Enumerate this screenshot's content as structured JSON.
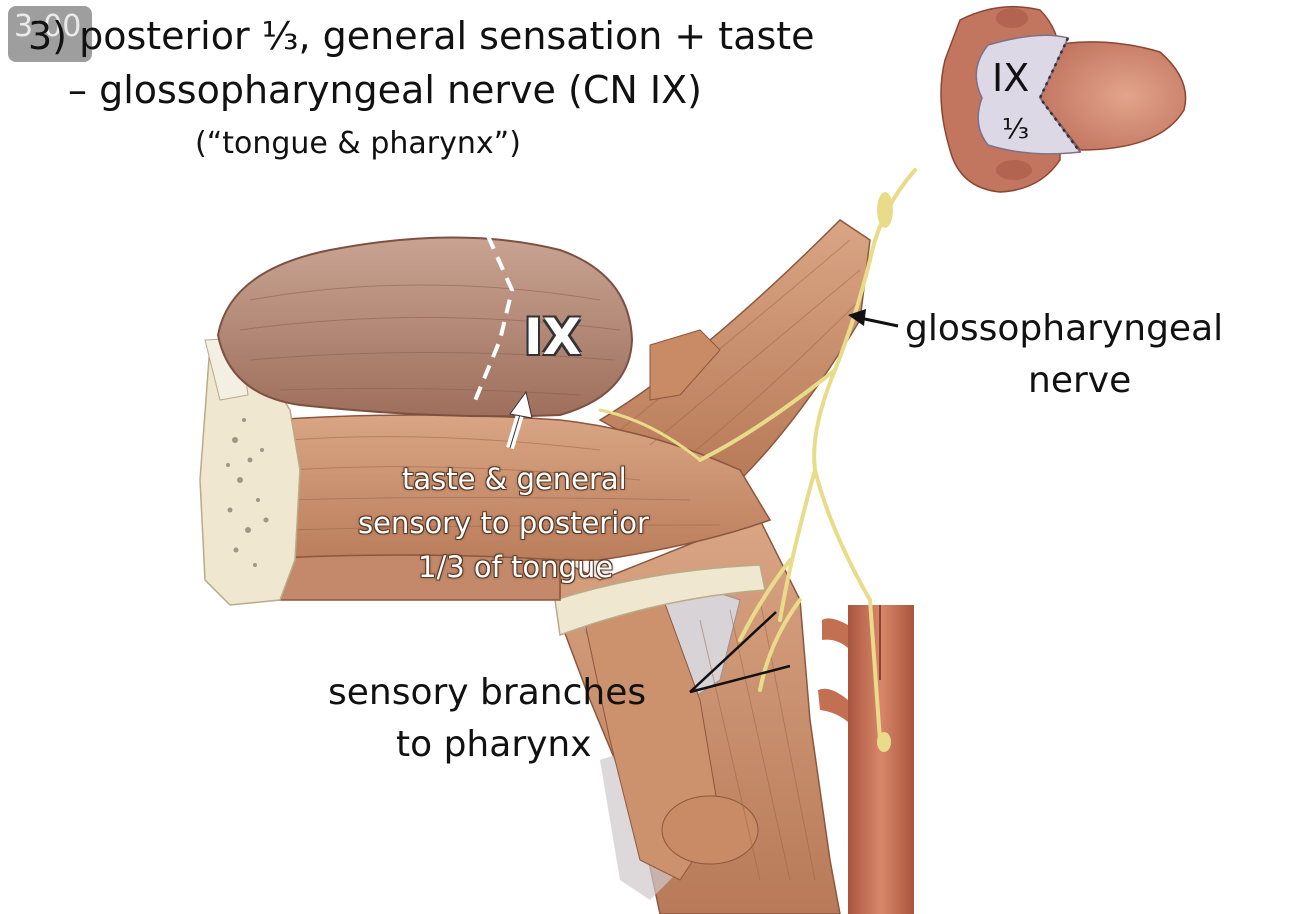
{
  "timestamp": "3:00",
  "title": {
    "line1": "3) posterior ⅓, general sensation + taste",
    "line2": "– glossopharyngeal nerve (CN IX)",
    "line3": "(“tongue & pharynx”)"
  },
  "labels": {
    "glosso_line1": "glossopharyngeal",
    "glosso_line2": "nerve",
    "taste_line1": "taste & general",
    "taste_line2": "sensory to posterior",
    "taste_line3": "1/3 of tongue",
    "branches_line1": "sensory branches",
    "branches_line2": "to pharynx",
    "tongue_marker": "IX",
    "inset_marker": "IX",
    "inset_fraction": "⅓"
  },
  "colors": {
    "muscle": "#c9906c",
    "muscle_dark": "#a9694a",
    "tongue_top": "#b98f7c",
    "nerve": "#e8dc8a",
    "bone": "#efe7cf",
    "vessel": "#c26f52",
    "inset_region": "#ddd8e6"
  }
}
